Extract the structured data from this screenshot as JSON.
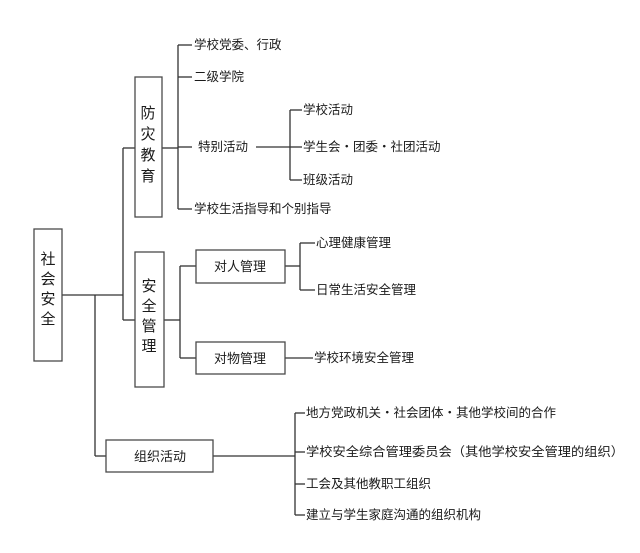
{
  "root": {
    "label": "社会安全"
  },
  "branches": {
    "disaster_education": {
      "label": "防灾教育",
      "items": {
        "party_admin": "学校党委、行政",
        "secondary_college": "二级学院",
        "special_activities": "特别活动",
        "guidance": "学校生活指导和个别指导"
      },
      "special_children": {
        "school_activities": "学校活动",
        "student_union": "学生会・团委・社团活动",
        "class_activities": "班级活动"
      }
    },
    "safety_management": {
      "label": "安全管理",
      "people_management": {
        "label": "对人管理",
        "items": {
          "mental_health": "心理健康管理",
          "daily_life": "日常生活安全管理"
        }
      },
      "property_management": {
        "label": "对物管理",
        "items": {
          "campus_env": "学校环境安全管理"
        }
      }
    },
    "organization": {
      "label": "组织活动",
      "items": {
        "cooperation": "地方党政机关・社会团体・其他学校间的合作",
        "committee": "学校安全综合管理委员会（其他学校安全管理的组织）",
        "union": "工会及其他教职工组织",
        "family": "建立与学生家庭沟通的组织机构"
      }
    }
  }
}
